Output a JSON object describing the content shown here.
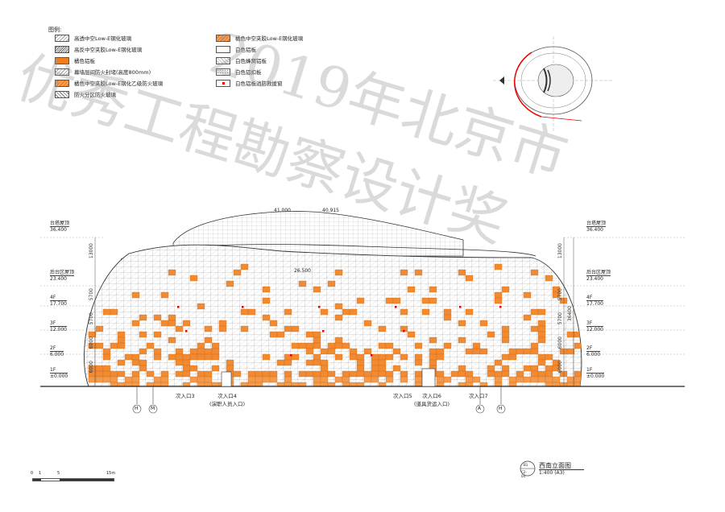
{
  "legend": {
    "title": "图例:",
    "left": [
      {
        "label": "高透中空Low-E钢化玻璃",
        "swatch": "hatch"
      },
      {
        "label": "高反中空夹胶Low-E钢化玻璃",
        "swatch": "hatch2"
      },
      {
        "label": "橘色铝板",
        "swatch": "orange"
      },
      {
        "label": "幕墙层间防火封堵(高度800mm)",
        "swatch": "hatch"
      },
      {
        "label": "橘色中空夹胶Low-E钢化乙级防火玻璃",
        "swatch": "orange-h"
      },
      {
        "label": "防火分区防火玻璃",
        "swatch": "cross"
      }
    ],
    "right": [
      {
        "label": "橘色中空夹胶Low-E钢化玻璃",
        "swatch": "orange-h"
      },
      {
        "label": "白色铝板",
        "swatch": "white"
      },
      {
        "label": "白色蜂窝铝板",
        "swatch": "white-h"
      },
      {
        "label": "白色铝扣板",
        "swatch": "dots"
      },
      {
        "label": "白色铝板消防救援窗",
        "swatch": "red"
      }
    ]
  },
  "watermark": {
    "line1": "2019年北京市",
    "line2": "优秀工程勘察设计奖"
  },
  "elevations": {
    "top": "41.000",
    "peak": "40.915",
    "inner": "26.500"
  },
  "levels_left": [
    {
      "name": "台塔屋顶",
      "value": "36.400"
    },
    {
      "name": "后台区屋顶",
      "value": "23.400"
    },
    {
      "name": "4F",
      "value": "17.700"
    },
    {
      "name": "3F",
      "value": "12.000"
    },
    {
      "name": "2F",
      "value": "6.000"
    },
    {
      "name": "1F",
      "value": "±0.000"
    }
  ],
  "levels_right": [
    {
      "name": "台塔屋顶",
      "value": "36.400"
    },
    {
      "name": "后台区屋顶",
      "value": "23.400"
    },
    {
      "name": "4F",
      "value": "17.700"
    },
    {
      "name": "3F",
      "value": "12.000"
    },
    {
      "name": "2F",
      "value": "6.000"
    },
    {
      "name": "1F",
      "value": "±0.000"
    }
  ],
  "dimensions": [
    "13000",
    "5700",
    "5700",
    "6000",
    "6000",
    "36400"
  ],
  "entrances": [
    {
      "label": "次入口3",
      "sub": ""
    },
    {
      "label": "次入口4",
      "sub": "(演职人员入口)"
    },
    {
      "label": "次入口5",
      "sub": ""
    },
    {
      "label": "次入口6",
      "sub": "(道具货运入口)"
    },
    {
      "label": "次入口7",
      "sub": ""
    }
  ],
  "axes": [
    "H",
    "M",
    "A",
    "H"
  ],
  "drawing": {
    "number": "C2-04",
    "code": "B1",
    "title": "西南立面图",
    "scale": "1:400 (A3)"
  },
  "scale_bar": {
    "labels": [
      "0",
      "1",
      "5",
      "15m"
    ]
  }
}
